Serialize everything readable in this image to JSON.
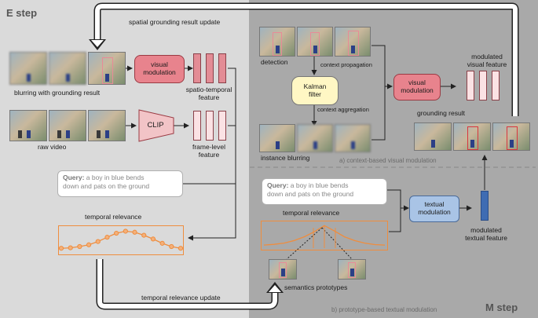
{
  "e_step": {
    "title": "E step",
    "spatial_update": "spatial grounding result update",
    "blurring_label": "blurring with grounding result",
    "visual_modulation": "visual\nmodulation",
    "spatio_temporal": "spatio-temporal\nfeature",
    "raw_video": "raw video",
    "clip": "CLIP",
    "frame_level": "frame-level\nfeature",
    "query_prefix": "Query:",
    "query_text": " a boy in blue bends\ndown and pats on the ground",
    "temporal_relevance": "temporal relevance",
    "temporal_update": "temporal relevance update"
  },
  "m_step": {
    "title": "M step",
    "detection": "detection",
    "context_propagation": "context propagation",
    "kalman": "Kalman\nfilter",
    "context_aggregation": "context aggregation",
    "visual_modulation": "visual\nmodulation",
    "modulated_visual": "modulated\nvisual feature",
    "grounding_result": "grounding result",
    "instance_blurring": "instance blurring",
    "caption_a": "a) context-based visual modulation",
    "query_prefix": "Query:",
    "query_text": " a boy in blue bends\ndown and pats on the ground",
    "textual_modulation": "textual\nmodulation",
    "temporal_relevance": "temporal relevance",
    "modulated_textual": "modulated\ntextual feature",
    "semantics_prototypes": "semantics prototypes",
    "caption_b": "b) prototype-based textual modulation"
  },
  "colors": {
    "e_panel": "#dadada",
    "m_panel": "#a9a9a9",
    "visual_modulation": "#e8838d",
    "kalman_filter": "#fff7c4",
    "textual_modulation": "#a9c4e6",
    "relevance_curve": "#ef8d3e",
    "grounding_box": "#d9363e"
  },
  "relevance_curves": [
    {
      "id": "e",
      "values": [
        0.18,
        0.2,
        0.25,
        0.32,
        0.45,
        0.62,
        0.78,
        0.86,
        0.82,
        0.7,
        0.55,
        0.38,
        0.25,
        0.18
      ]
    },
    {
      "id": "m",
      "values": [
        0.12,
        0.15,
        0.2,
        0.3,
        0.45,
        0.65,
        0.9,
        0.68,
        0.45,
        0.3,
        0.2,
        0.14,
        0.12
      ]
    }
  ]
}
